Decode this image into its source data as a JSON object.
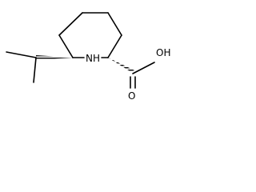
{
  "molecule": {
    "atoms": {
      "nitrogen": "NH",
      "hydroxyl": "OH",
      "carbonyl_oxygen": "O"
    },
    "colors": {
      "bond": "#000000",
      "background": "#ffffff"
    }
  }
}
